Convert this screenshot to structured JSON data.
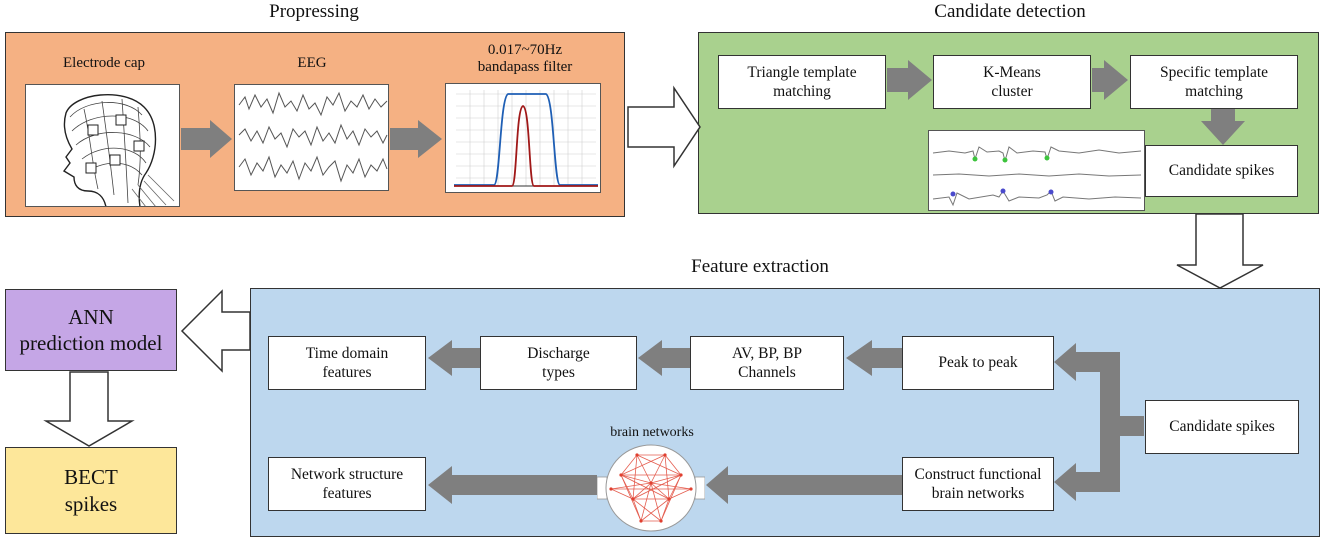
{
  "sections": {
    "preprocessing": "Propressing",
    "candidate_detection": "Candidate detection",
    "feature_extraction": "Feature extraction"
  },
  "preprocessing": {
    "electrode_cap_label": "Electrode cap",
    "eeg_label": "EEG",
    "filter_label": "0.017~70Hz\nbandapass filter"
  },
  "candidate_detection": {
    "triangle_template": "Triangle template\nmatching",
    "kmeans": "K-Means\ncluster",
    "specific_template": "Specific template\nmatching",
    "candidate_spikes": "Candidate spikes"
  },
  "feature_extraction": {
    "time_domain": "Time domain\nfeatures",
    "discharge_types": "Discharge\ntypes",
    "channels": "AV, BP, BP\nChannels",
    "peak_to_peak": "Peak to peak",
    "candidate_spikes": "Candidate spikes",
    "network_structure": "Network structure\nfeatures",
    "brain_networks_label": "brain networks",
    "construct_networks": "Construct functional\nbrain networks"
  },
  "outputs": {
    "ann_model": "ANN\nprediction model",
    "bect_spikes": "BECT\nspikes"
  },
  "colors": {
    "preprocessing_bg": "#f5b183",
    "candidate_bg": "#a9d18e",
    "feature_bg": "#bdd7ee",
    "ann_bg": "#c5a6e6",
    "bect_bg": "#fde79a",
    "arrow_gray": "#7f7f7f",
    "filter_blue": "#1f5fb5",
    "filter_red": "#a01818",
    "spike_green": "#3cc33c",
    "spike_blue": "#4a4acc",
    "network_red": "#e04030"
  }
}
